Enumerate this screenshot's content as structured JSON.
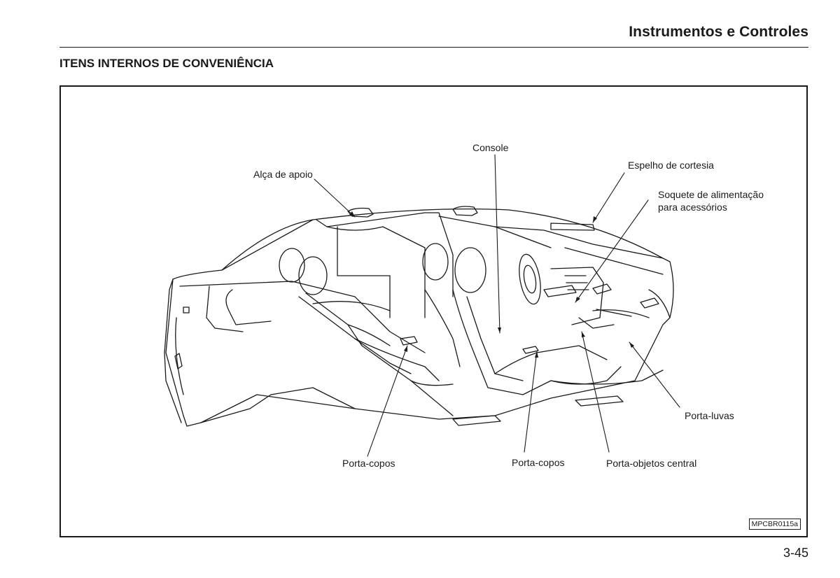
{
  "header": {
    "title": "Instrumentos e Controles"
  },
  "section": {
    "title": "ITENS INTERNOS DE CONVENIÊNCIA"
  },
  "figure": {
    "callouts": {
      "console": "Console",
      "grab_handle": "Alça de apoio",
      "vanity_mirror": "Espelho de cortesia",
      "power_socket_line1": "Soquete de alimentação",
      "power_socket_line2": "para acessórios",
      "cup_holder_rear": "Porta-copos",
      "cup_holder_front": "Porta-copos",
      "center_pocket": "Porta-objetos central",
      "glove_box": "Porta-luvas"
    },
    "code": "MPCBR0115a"
  },
  "page": {
    "number": "3-45"
  }
}
